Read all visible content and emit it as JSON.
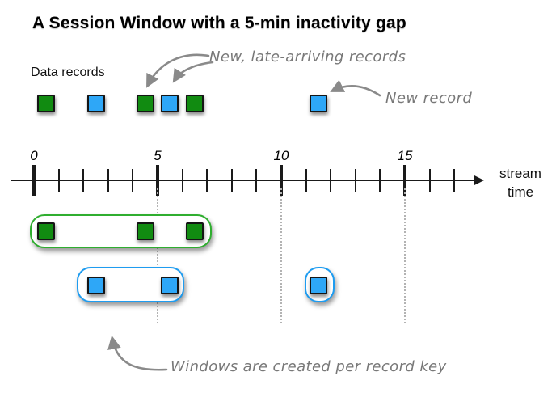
{
  "title": "A Session Window with a 5-min inactivity gap",
  "legend": {
    "data_records_label": "Data records"
  },
  "annotations": {
    "late_records": "New, late-arriving records",
    "new_record": "New record",
    "per_key_note": "Windows are created per record key"
  },
  "axis": {
    "label_line1": "stream",
    "label_line2": "time",
    "major_ticks": [
      0,
      5,
      10,
      15
    ],
    "tick_labels": [
      "0",
      "5",
      "10",
      "15"
    ],
    "max_tick": 17,
    "gridlines_at": [
      5,
      10,
      15
    ]
  },
  "records": [
    {
      "key": "green",
      "time": 0.5
    },
    {
      "key": "blue",
      "time": 2.5
    },
    {
      "key": "green",
      "time": 4.5,
      "late": true
    },
    {
      "key": "blue",
      "time": 5.5,
      "late": true
    },
    {
      "key": "green",
      "time": 6.5
    },
    {
      "key": "blue",
      "time": 11.5,
      "new": true
    }
  ],
  "windows": [
    {
      "key": "green",
      "start": -0.15,
      "end": 7.2,
      "records": [
        0.5,
        4.5,
        6.5
      ]
    },
    {
      "key": "blue",
      "start": 1.73,
      "end": 6.08,
      "records": [
        2.5,
        5.5
      ]
    },
    {
      "key": "blue",
      "start": 10.95,
      "end": 12.15,
      "records": [
        11.5
      ]
    }
  ],
  "colors": {
    "green_fill": "#118b11",
    "blue_fill": "#2ea7f7",
    "green_window_border": "#2fae2f",
    "blue_window_border": "#1e9cf0",
    "annotation_gray": "#787878",
    "arrow_gray": "#8a8a8a"
  }
}
